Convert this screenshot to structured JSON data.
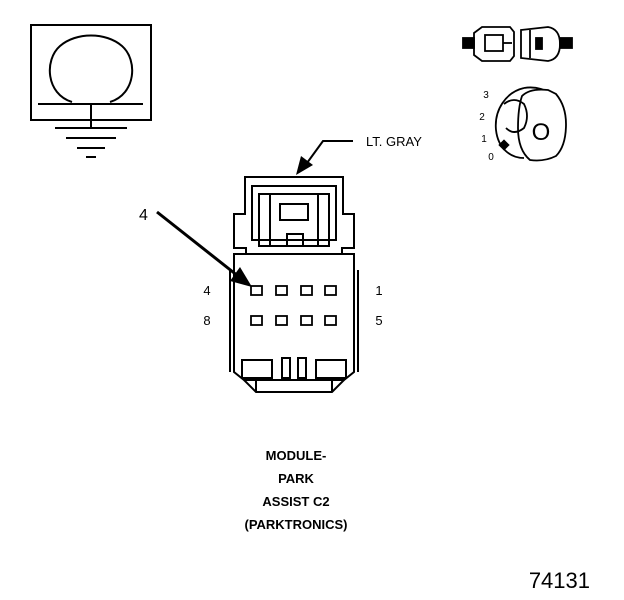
{
  "wire_color_label": "LT. GRAY",
  "callout_number": "4",
  "pin_labels": {
    "top_left": "4",
    "top_right": "1",
    "bottom_left": "8",
    "bottom_right": "5"
  },
  "key_positions": [
    "3",
    "2",
    "1",
    "0"
  ],
  "key_letter": "O",
  "caption_lines": [
    "MODULE-",
    "PARK",
    "ASSIST C2",
    "(PARKTRONICS)"
  ],
  "figure_number": "74131"
}
